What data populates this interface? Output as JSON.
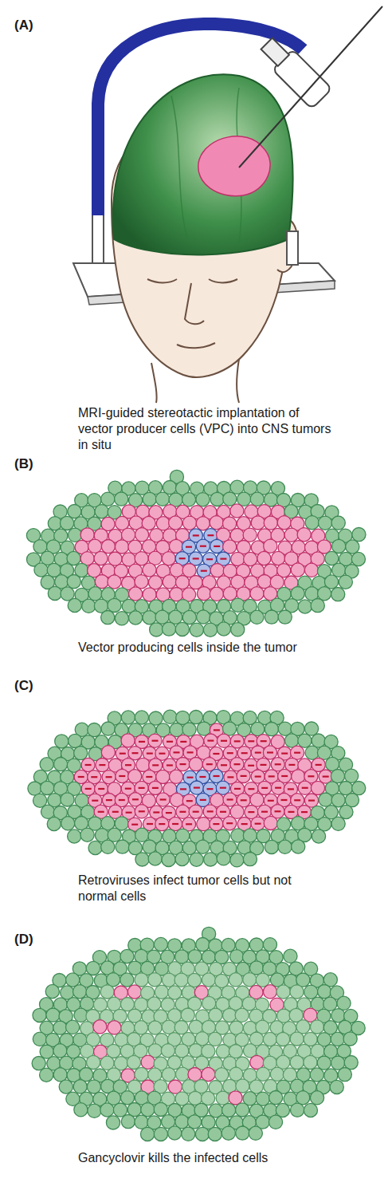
{
  "diagram": {
    "labels": [
      "(A)",
      "MRI-guided stereotactic implantation of vector producer cells (VPC) into CNS tumors in situ",
      "(B)",
      "Vector producing cells inside the tumor",
      "(C)",
      "Retroviruses infect tumor cells but not normal cells",
      "(D)",
      "Gancyclovir kills the infected cells"
    ]
  }
}
